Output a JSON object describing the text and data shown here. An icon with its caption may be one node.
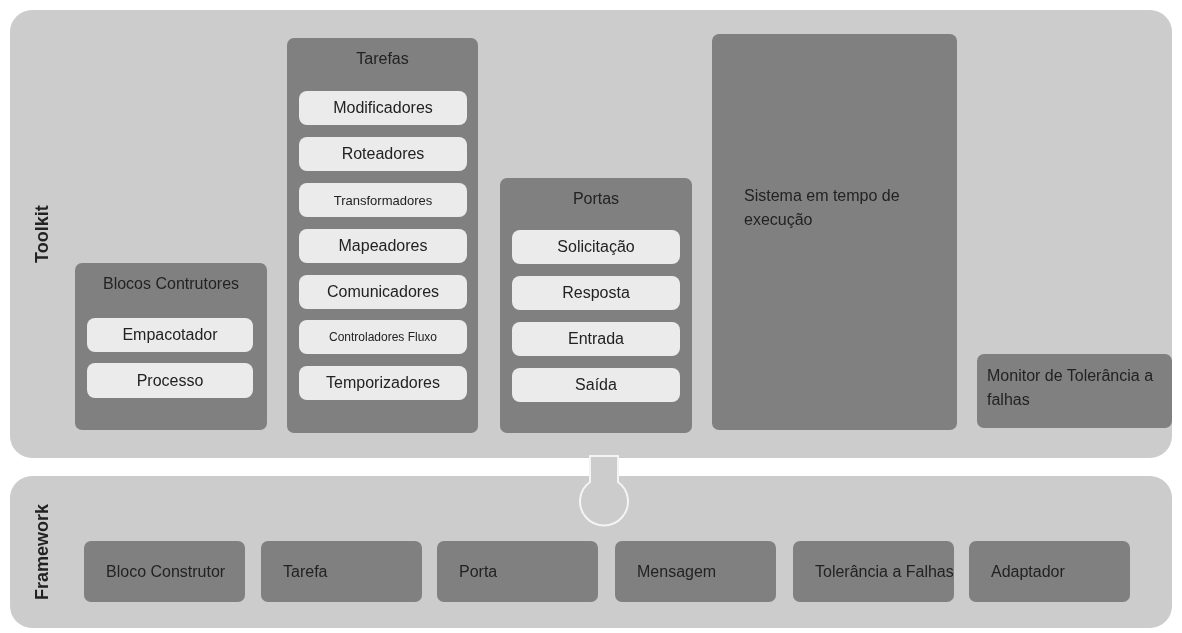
{
  "diagram": {
    "nodes": [
      {
        "text": [
          "Toolkit"
        ]
      },
      {
        "text": [
          "Blocos Contrutores"
        ],
        "in": 0
      },
      {
        "text": [
          "Empacotador"
        ],
        "in": 1
      },
      {
        "text": [
          "Processo"
        ],
        "in": 1
      },
      {
        "text": [
          "Tarefas"
        ],
        "in": 0
      },
      {
        "text": [
          "Modificadores"
        ],
        "in": 4
      },
      {
        "text": [
          "Roteadores"
        ],
        "in": 4
      },
      {
        "text": [
          "Transformadores"
        ],
        "in": 4
      },
      {
        "text": [
          "Mapeadores"
        ],
        "in": 4
      },
      {
        "text": [
          "Comunicadores"
        ],
        "in": 4
      },
      {
        "text": [
          "Controladores Fluxo"
        ],
        "in": 4
      },
      {
        "text": [
          "Temporizadores"
        ],
        "in": 4
      },
      {
        "text": [
          "Portas"
        ],
        "in": 0
      },
      {
        "text": [
          "Solicitação"
        ],
        "in": 12
      },
      {
        "text": [
          "Resposta"
        ],
        "in": 12
      },
      {
        "text": [
          "Entrada"
        ],
        "in": 12
      },
      {
        "text": [
          "Saída"
        ],
        "in": 12
      },
      {
        "text": [
          "Sistema em tempo de execução"
        ],
        "in": 0
      },
      {
        "text": [
          "Monitor de Tolerância a falhas"
        ],
        "in": 0
      },
      {
        "text": [
          "Framework"
        ]
      },
      {
        "text": [
          "Bloco Construtor"
        ],
        "in": 19
      },
      {
        "text": [
          "Tarefa"
        ],
        "in": 19
      },
      {
        "text": [
          "Porta"
        ],
        "in": 19
      },
      {
        "text": [
          "Mensagem"
        ],
        "in": 19
      },
      {
        "text": [
          "Tolerância a Falhas"
        ],
        "in": 19
      },
      {
        "text": [
          "Adaptador"
        ],
        "in": 19
      }
    ]
  }
}
